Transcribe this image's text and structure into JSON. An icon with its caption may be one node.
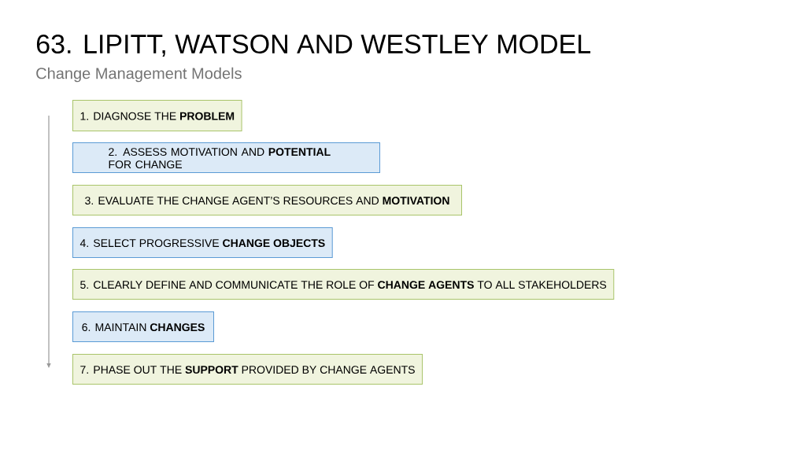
{
  "diagram": {
    "title": "63. LIPITT, WATSON AND WESTLEY MODEL",
    "caption": "Change Management Models",
    "nodes": [
      {
        "text": [
          "1. DIAGNOSE THE **PROBLEM**"
        ]
      },
      {
        "text": [
          "2. ASSESS MOTIVATION AND **POTENTIAL** FOR CHANGE"
        ]
      },
      {
        "text": [
          "3. EVALUATE THE CHANGE AGENT’S RESOURCES AND **MOTIVATION**"
        ]
      },
      {
        "text": [
          "4. SELECT PROGRESSIVE **CHANGE OBJECTS**"
        ]
      },
      {
        "text": [
          "5. CLEARLY DEFINE AND COMMUNICATE THE ROLE OF **CHANGE AGENTS** TO ALL STAKEHOLDERS"
        ]
      },
      {
        "text": [
          "6. MAINTAIN **CHANGES**"
        ]
      },
      {
        "text": [
          "7. PHASE OUT THE **SUPPORT** PROVIDED BY CHANGE AGENTS"
        ]
      }
    ]
  }
}
